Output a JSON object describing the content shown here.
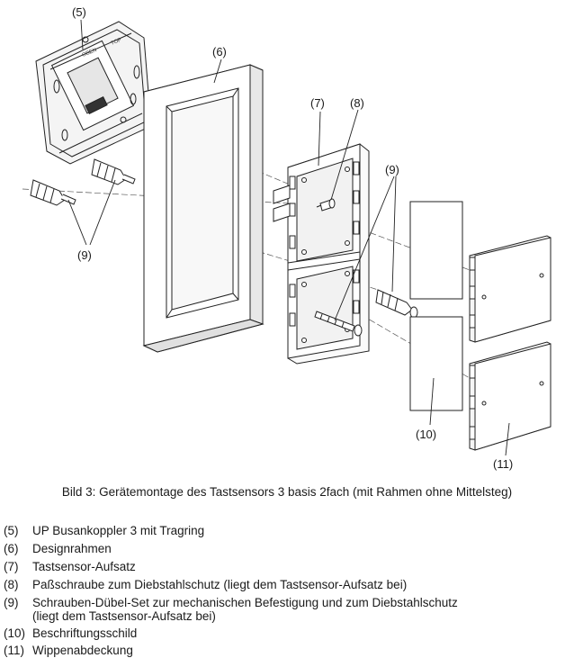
{
  "diagram": {
    "callouts": {
      "c5": "(5)",
      "c6": "(6)",
      "c7": "(7)",
      "c8": "(8)",
      "c9a": "(9)",
      "c9b": "(9)",
      "c10": "(10)",
      "c11": "(11)"
    },
    "part_markings": {
      "oben": "OBEN",
      "top": "TOP"
    }
  },
  "caption": "Bild 3: Gerätemontage des Tastsensors 3 basis 2fach (mit Rahmen ohne Mittelsteg)",
  "legend": [
    {
      "num": "(5)",
      "text": "UP Busankoppler 3 mit Tragring",
      "cont": ""
    },
    {
      "num": "(6)",
      "text": "Designrahmen",
      "cont": ""
    },
    {
      "num": "(7)",
      "text": "Tastsensor-Aufsatz",
      "cont": ""
    },
    {
      "num": "(8)",
      "text": "Paßschraube zum Diebstahlschutz (liegt dem Tastsensor-Aufsatz bei)",
      "cont": ""
    },
    {
      "num": "(9)",
      "text": "Schrauben-Dübel-Set zur mechanischen Befestigung und zum Diebstahlschutz",
      "cont": "(liegt dem Tastsensor-Aufsatz bei)"
    },
    {
      "num": "(10)",
      "text": "Beschriftungsschild",
      "cont": ""
    },
    {
      "num": "(11)",
      "text": "Wippenabdeckung",
      "cont": ""
    }
  ]
}
